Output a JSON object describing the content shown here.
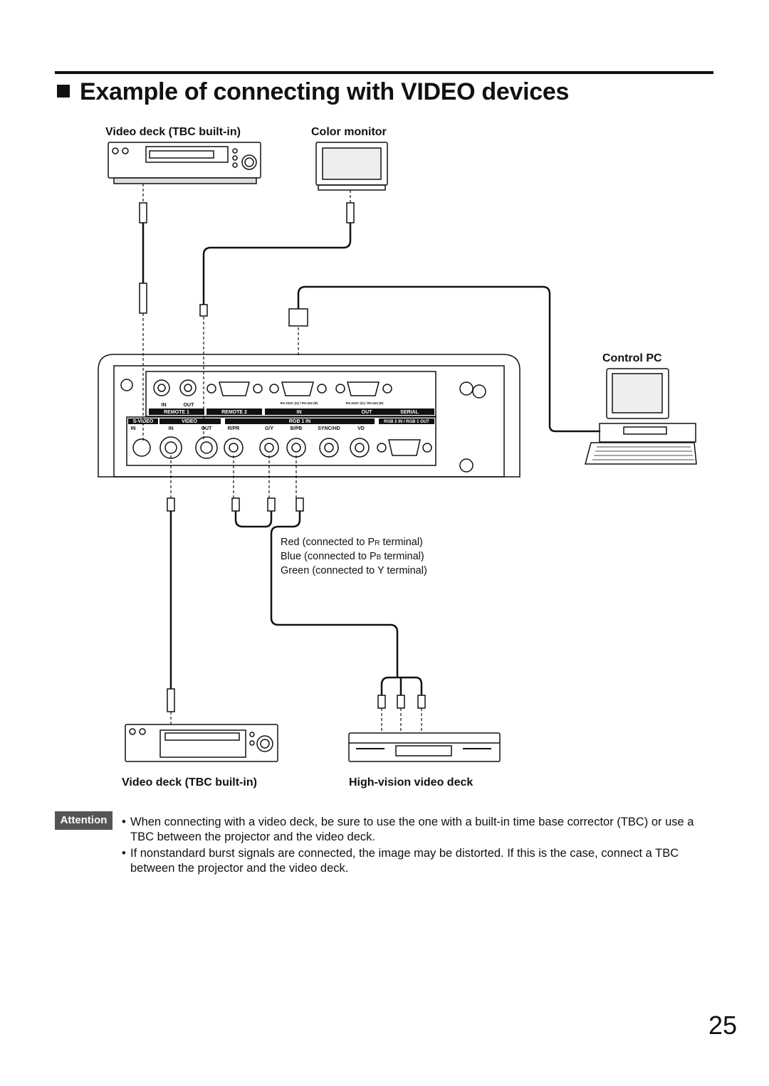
{
  "section_title": "Example of connecting with VIDEO devices",
  "labels": {
    "video_deck_top": "Video deck (TBC built-in)",
    "color_monitor": "Color monitor",
    "control_pc": "Control PC",
    "video_deck_bottom": "Video deck (TBC built-in)",
    "hd_deck": "High-vision video deck"
  },
  "cable_notes": [
    "Red (connected to P",
    "R",
    " terminal)",
    "Blue (connected to P",
    "B",
    " terminal)",
    "Green (connected to Y terminal)"
  ],
  "panel_labels": {
    "in": "IN",
    "out": "OUT",
    "remote1": "REMOTE 1",
    "remote2": "REMOTE 2",
    "serial": "SERIAL",
    "svideo": "S-VIDEO",
    "video": "VIDEO",
    "rgb1in": "RGB 1 IN",
    "rgb2": "RGB 2 IN / RGB 1 OUT",
    "rp": "R/PR",
    "gy": "G/Y",
    "bp": "B/PB",
    "sync": "SYNC/HD",
    "vd": "VD",
    "rs1": "RS-232C (G) / RS-422 (R)",
    "rs2": "RS-232C (G) / RS-422 (R)"
  },
  "attention_label": "Attention",
  "notes": [
    "When connecting with a video deck, be sure to use the one with a built-in time base corrector (TBC) or use a TBC between the projector and the video deck.",
    "If nonstandard burst signals are connected, the image may be distorted.  If this is the case, connect a TBC between the projector and the video deck."
  ],
  "bullet": "•",
  "page_number": "25"
}
